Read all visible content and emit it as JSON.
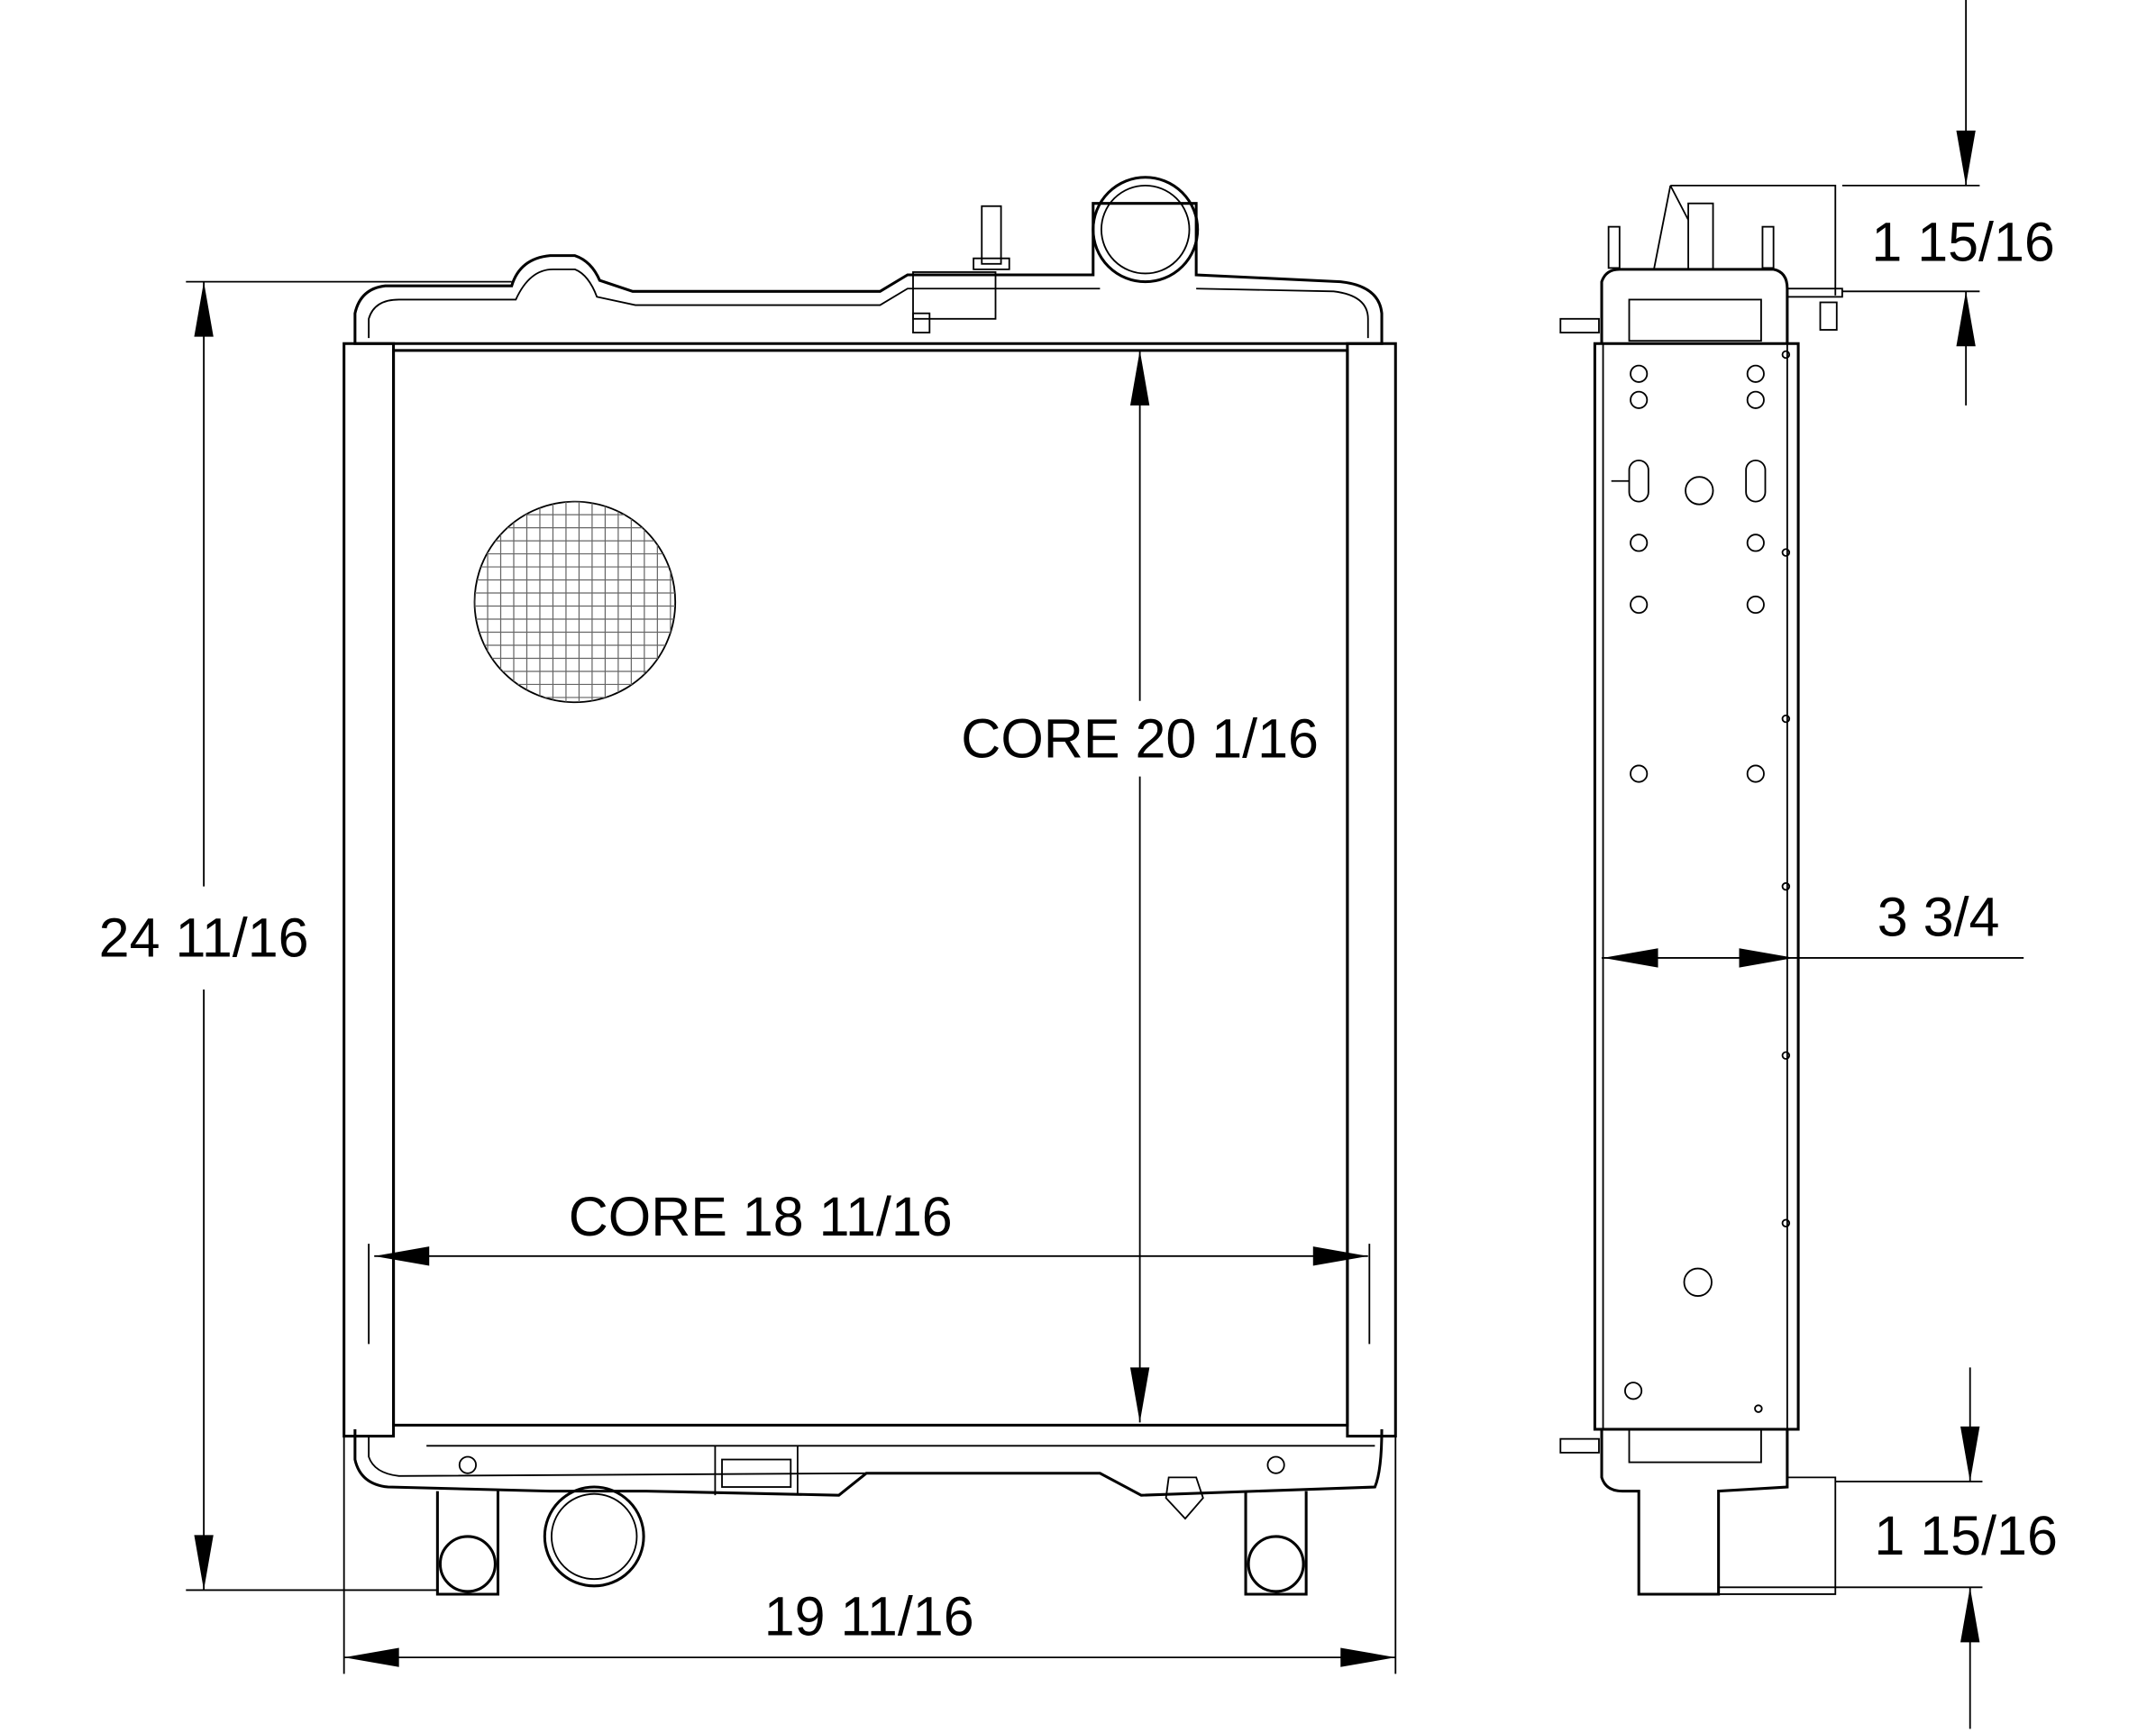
{
  "drawing": {
    "front_view": {
      "overall_height_label": "24 11/16",
      "core_height_label": "CORE 20 1/16",
      "core_width_label": "CORE 18 11/16",
      "overall_width_label": "19 11/16"
    },
    "side_view": {
      "top_tank_label": "1 15/16",
      "depth_label": "3 3/4",
      "bottom_tank_label": "1 15/16"
    },
    "line_color": "#000000",
    "background_color": "#ffffff"
  }
}
